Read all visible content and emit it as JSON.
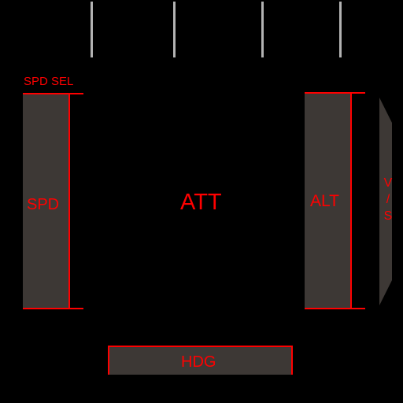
{
  "speed_select_label": "SPD SEL",
  "speed_tape_label": "SPD",
  "attitude_label": "ATT",
  "altitude_tape_label": "ALT",
  "vertical_speed_label": "V/S",
  "vertical_speed_chars": [
    "V",
    "/",
    "S"
  ],
  "heading_label": "HDG",
  "colors": {
    "background": "#000000",
    "tape_fill": "#3d3835",
    "flag_red": "#ff0000",
    "fma_divider": "#b3b3b3"
  }
}
